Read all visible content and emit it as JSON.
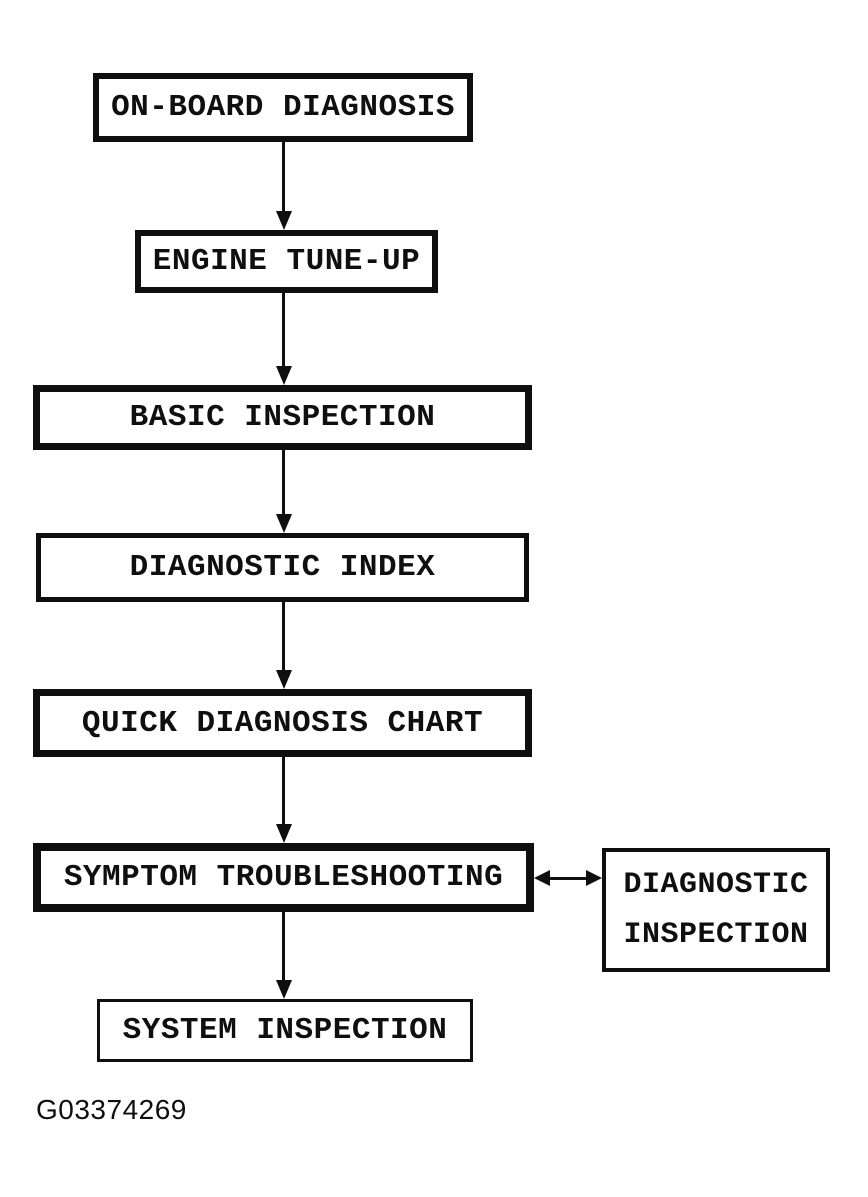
{
  "diagram": {
    "figure_id": "G03374269",
    "colors": {
      "ink": "#0f0f0f",
      "background": "#ffffff"
    },
    "nodes": [
      {
        "id": "on-board-diagnosis",
        "label": "ON-BOARD DIAGNOSIS"
      },
      {
        "id": "engine-tune-up",
        "label": "ENGINE TUNE-UP"
      },
      {
        "id": "basic-inspection",
        "label": "BASIC INSPECTION"
      },
      {
        "id": "diagnostic-index",
        "label": "DIAGNOSTIC INDEX"
      },
      {
        "id": "quick-diagnosis-chart",
        "label": "QUICK DIAGNOSIS CHART"
      },
      {
        "id": "symptom-troubleshooting",
        "label": "SYMPTOM TROUBLESHOOTING"
      },
      {
        "id": "diagnostic-inspection",
        "label": "DIAGNOSTIC INSPECTION",
        "line1": "DIAGNOSTIC",
        "line2": "INSPECTION"
      },
      {
        "id": "system-inspection",
        "label": "SYSTEM INSPECTION"
      }
    ],
    "edges": [
      {
        "from": "ON-BOARD DIAGNOSIS",
        "to": "ENGINE TUNE-UP",
        "type": "arrow-down"
      },
      {
        "from": "ENGINE TUNE-UP",
        "to": "BASIC INSPECTION",
        "type": "arrow-down"
      },
      {
        "from": "BASIC INSPECTION",
        "to": "DIAGNOSTIC INDEX",
        "type": "arrow-down"
      },
      {
        "from": "DIAGNOSTIC INDEX",
        "to": "QUICK DIAGNOSIS CHART",
        "type": "arrow-down"
      },
      {
        "from": "QUICK DIAGNOSIS CHART",
        "to": "SYMPTOM TROUBLESHOOTING",
        "type": "arrow-down"
      },
      {
        "from": "SYMPTOM TROUBLESHOOTING",
        "to": "SYSTEM INSPECTION",
        "type": "arrow-down"
      },
      {
        "from": "SYMPTOM TROUBLESHOOTING",
        "to": "DIAGNOSTIC INSPECTION",
        "type": "arrow-bidirectional"
      }
    ]
  }
}
